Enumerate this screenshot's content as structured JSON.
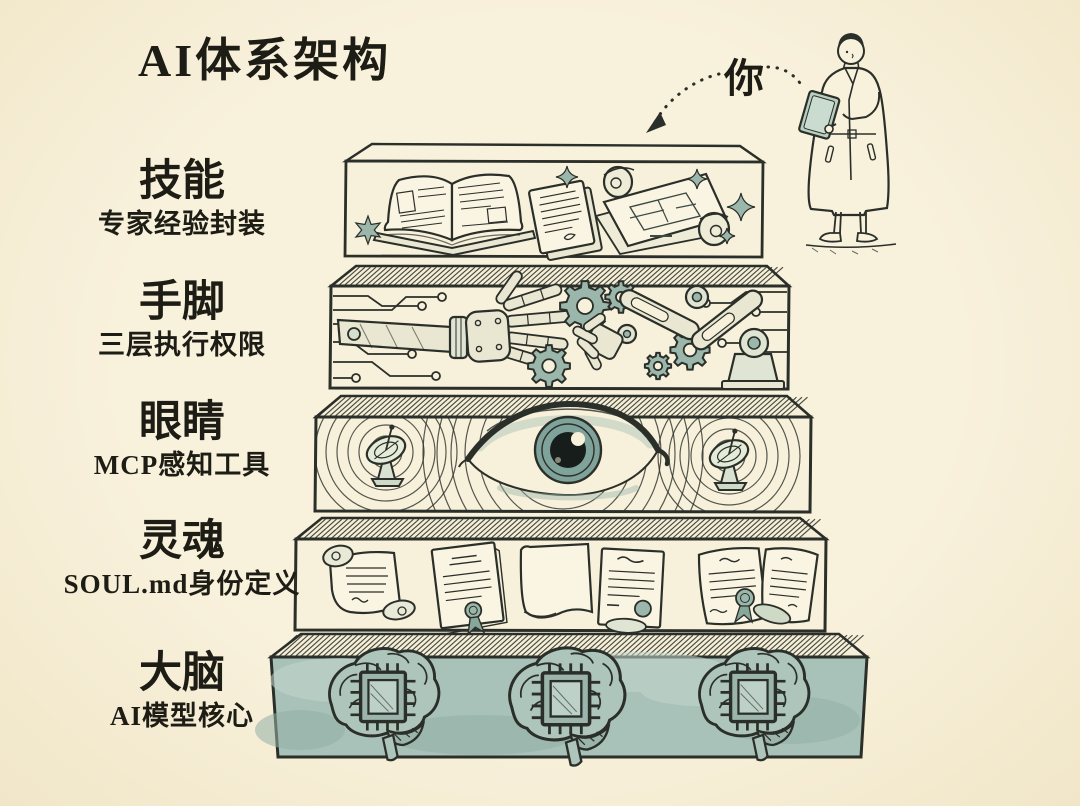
{
  "title": "AI体系架构",
  "you_label": "你",
  "annotation": {
    "arrow": "dotted-arc-from-person-to-top-layer",
    "figure": "person-holding-tablet"
  },
  "layers": [
    {
      "id": "skills",
      "name": "技能",
      "subtitle": "专家经验封装",
      "icons": [
        "open-book-icon",
        "booklet-icon",
        "blueprint-scroll-icon",
        "sparkle-icons",
        "star-icon"
      ]
    },
    {
      "id": "hands",
      "name": "手脚",
      "subtitle": "三层执行权限",
      "icons": [
        "circuit-trace-icons",
        "robot-hand-icon",
        "robot-arm-icon",
        "gear-icons"
      ]
    },
    {
      "id": "eyes",
      "name": "眼睛",
      "subtitle": "MCP感知工具",
      "icons": [
        "eye-icon",
        "satellite-dish-icons",
        "signal-ring-icons"
      ]
    },
    {
      "id": "soul",
      "name": "灵魂",
      "subtitle": "SOUL.md身份定义",
      "icons": [
        "scroll-icons",
        "certificate-icons",
        "wax-seal-icons",
        "parchment-icon"
      ]
    },
    {
      "id": "brain",
      "name": "大脑",
      "subtitle": "AI模型核心",
      "icons": [
        "brain-chip-icons"
      ]
    }
  ],
  "colors": {
    "background": "#f7eed6",
    "ink": "#2b2f29",
    "accent_teal": "#9bb7ac",
    "brain_layer_wash": "#a9c2b9",
    "eye_iris": "#7fa29a"
  }
}
